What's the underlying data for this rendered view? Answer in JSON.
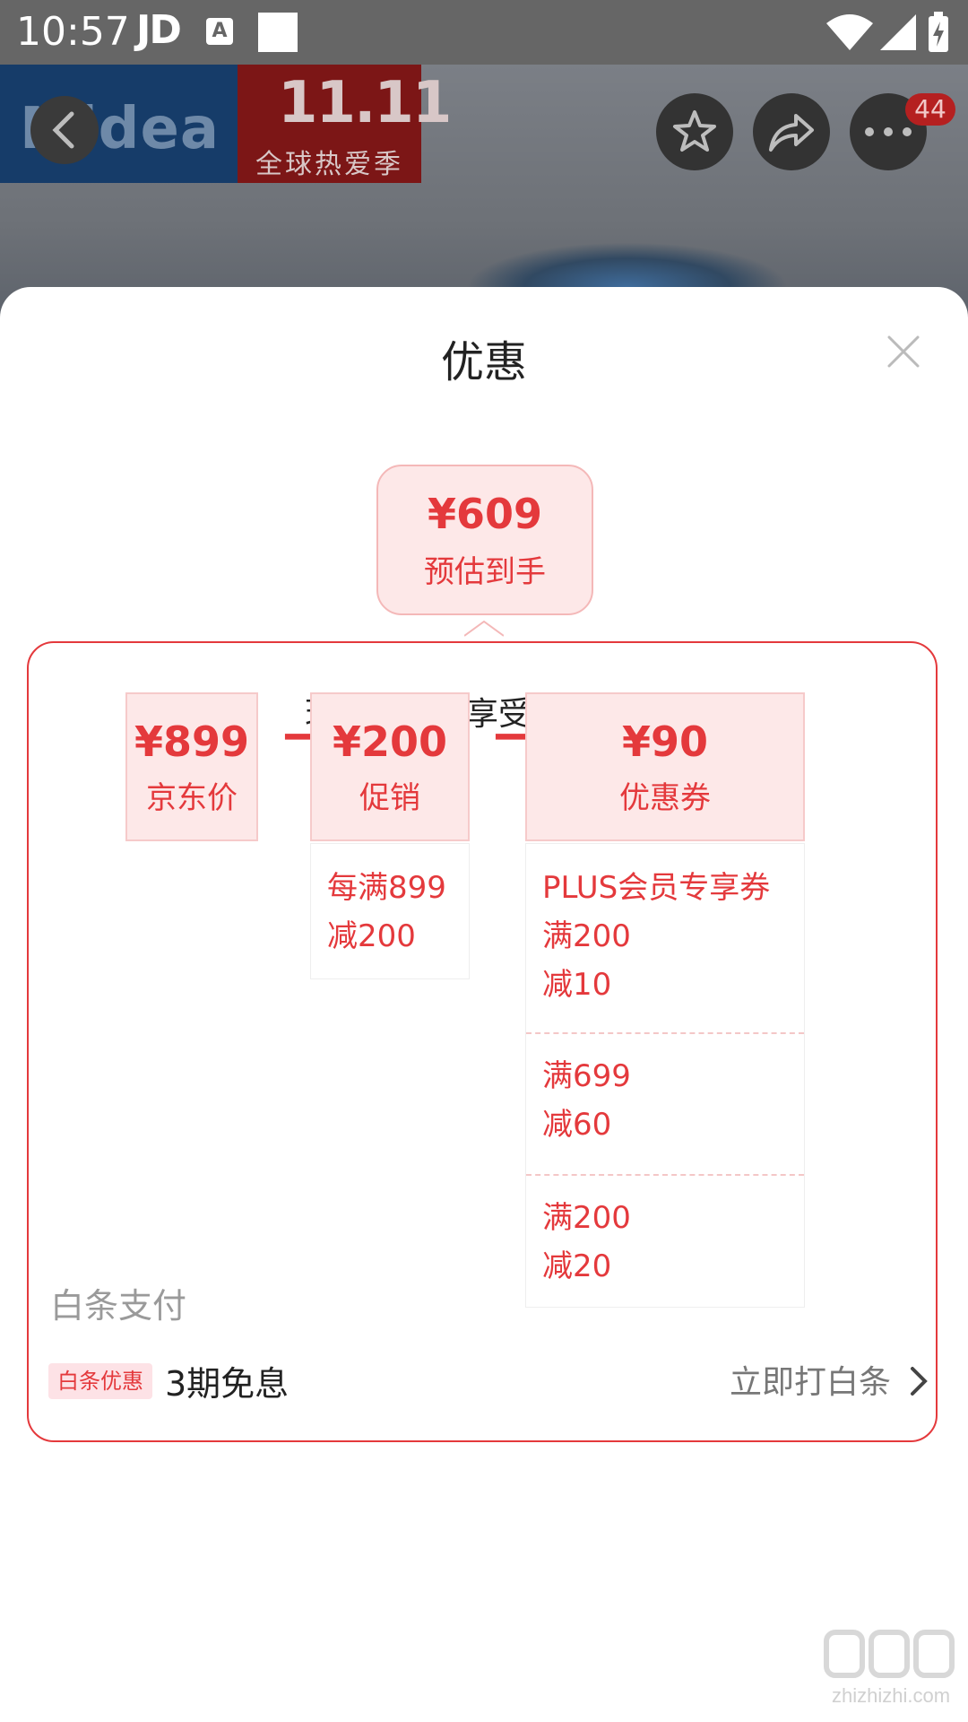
{
  "status_bar": {
    "time": "10:57",
    "app_label": "JD",
    "notification_icon": "A",
    "icons": [
      "wifi-icon",
      "signal-icon",
      "battery-charging-icon"
    ]
  },
  "product_header": {
    "brand": "Midea",
    "promo_big": "11.11",
    "promo_small": "全球热爱季",
    "notification_count": "44",
    "icons": [
      "back-icon",
      "star-icon",
      "share-icon",
      "more-icon"
    ]
  },
  "sheet": {
    "title": "优惠",
    "estimate": {
      "price": "¥609",
      "label": "预估到手"
    },
    "breakdown_heading": "现在购买，享受以下优惠",
    "operators": [
      "−",
      "−"
    ],
    "columns": [
      {
        "amount": "¥899",
        "label": "京东价"
      },
      {
        "amount": "¥200",
        "label": "促销"
      },
      {
        "amount": "¥90",
        "label": "优惠券"
      }
    ],
    "promo_detail": [
      "每满899",
      "减200"
    ],
    "coupons": [
      {
        "lines": [
          "PLUS会员专享券",
          "满200",
          "减10"
        ]
      },
      {
        "lines": [
          "满699",
          "减60"
        ]
      },
      {
        "lines": [
          "满200",
          "减20"
        ]
      }
    ]
  },
  "payment": {
    "section_title": "白条支付",
    "tag": "白条优惠",
    "description": "3期免息",
    "action": "立即打白条"
  },
  "watermark": "zhizhizhi.com",
  "colors": {
    "accent": "#e4393c",
    "accent_bg": "#fde8e8"
  }
}
